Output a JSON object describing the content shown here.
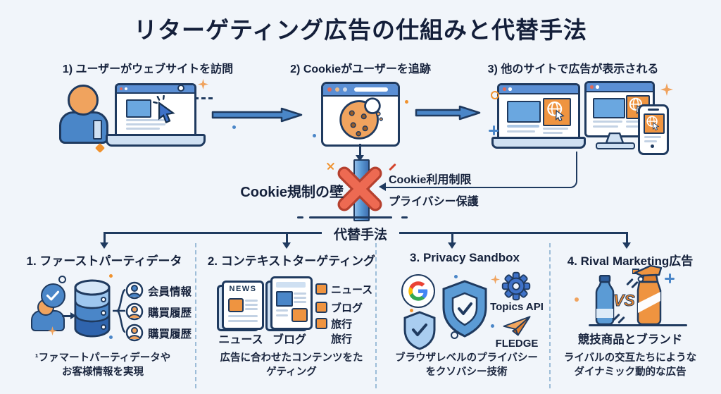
{
  "title": "リターゲティング広告の仕組みと代替手法",
  "steps": [
    {
      "label": "1) ユーザーがウェブサイトを訪問"
    },
    {
      "label": "2) Cookieがユーザーを追跡"
    },
    {
      "label": "3) 他のサイトで広告が表示される"
    }
  ],
  "wall": {
    "label": "Cookie規制の壁",
    "reason_top": "Cookie利用制限",
    "reason_bottom": "プライバシー保護"
  },
  "alternatives": {
    "label": "代替手法",
    "columns": [
      {
        "title": "1. ファーストパーティデータ",
        "items": [
          "会員情報",
          "購買履歴",
          "購買履歴"
        ],
        "caption": [
          "¹ファマートパーティデータや",
          "お客様情報を実現"
        ]
      },
      {
        "title": "2. コンテキストターゲティング",
        "news_masthead": "NEWS",
        "doc_labels": [
          "ニュース",
          "ブログ"
        ],
        "legend": [
          "ニュース",
          "ブログ",
          "旅行"
        ],
        "legend_extra": "旅行",
        "caption": [
          "広告に合わせたコンテンツをた",
          "ゲティング"
        ]
      },
      {
        "title": "3. Privacy Sandbox",
        "tech_labels": [
          "Topics API",
          "FLEDGE"
        ],
        "caption": [
          "ブラウザレベルのプライバシー",
          "をクソバシー技術"
        ]
      },
      {
        "title": "4. Rival Marketing広告",
        "vs": "VS",
        "subtitle": "競技商品とブランド",
        "caption": [
          "ライバルの交互たちにような",
          "ダイナミック動的な広告"
        ]
      }
    ]
  },
  "colors": {
    "background": "#f1f5fa",
    "navy": "#1f3a5f",
    "blue": "#4a86c8",
    "light_blue": "#cfe0f2",
    "orange": "#ef9440",
    "coral_x": "#ed6a52"
  }
}
